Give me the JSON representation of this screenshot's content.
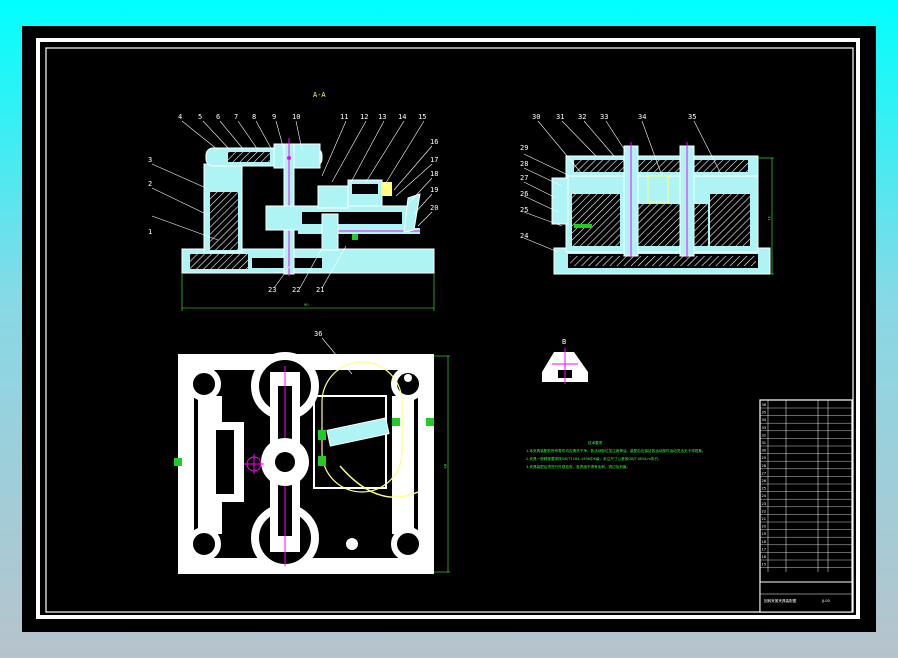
{
  "drawing": {
    "section_mark": "A-A",
    "detail_mark": "B",
    "parts": [
      "1",
      "2",
      "3",
      "4",
      "5",
      "6",
      "7",
      "8",
      "9",
      "10",
      "11",
      "12",
      "13",
      "14",
      "15",
      "16",
      "17",
      "18",
      "19",
      "20",
      "21",
      "22",
      "23",
      "24",
      "25",
      "26",
      "27",
      "28",
      "29",
      "30",
      "31",
      "32",
      "33",
      "34",
      "35",
      "36"
    ],
    "dimensions": {
      "front_width": "90",
      "side_height": "31",
      "plan_height": "85"
    },
    "notes": {
      "title": "技术要求",
      "lines": [
        "1.本夹具装配前所有零件均应清洗干净，各活动部位加注润滑油，装配后应保证各运动部件运动灵活无卡滞现象。",
        "2.夹具一般精度要求按GB/T1184-1996中K级，未注尺寸公差按GB/T1804-m执行。",
        "3.夹具装配后须进行外观检查，各表面不得有毛刺、锐边及划痕。"
      ]
    },
    "title_block": {
      "rows": [
        "36",
        "35",
        "34",
        "33",
        "32",
        "31",
        "30",
        "29",
        "28",
        "27",
        "26",
        "25",
        "24",
        "23",
        "22",
        "21",
        "20",
        "19",
        "18",
        "17",
        "16",
        "15"
      ],
      "footer": "回转夹紧夹具装配图",
      "drawing_no": "JJ-00"
    },
    "colors": {
      "background": "#000000",
      "line": "#ffffff",
      "part": "#aef4f4",
      "hatch": "#ffffff",
      "centerline": "#ff00ff",
      "dimension": "#39ff39",
      "yellow": "#ffff80",
      "green_block": "#22cc22"
    }
  }
}
